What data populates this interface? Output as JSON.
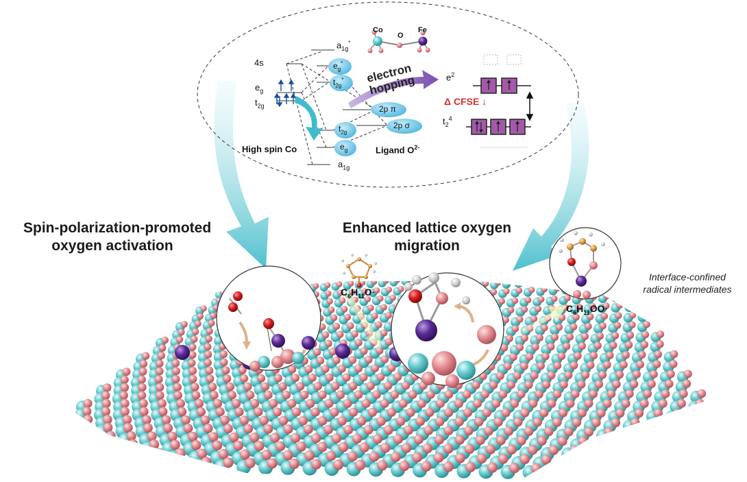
{
  "headings": {
    "left_line1": "Spin-polarization-promoted",
    "left_line2": "oxygen activation",
    "center_line1": "Enhanced lattice oxygen",
    "center_line2": "migration"
  },
  "annotation": {
    "line1": "Interface-confined",
    "line2": "radical intermediates"
  },
  "molecules": {
    "left_main": "C",
    "left_sub1": "6",
    "left_mid": "H",
    "left_sub2": "11",
    "left_tail": "O·",
    "right_main": "C",
    "right_sub1": "6",
    "right_mid": "H",
    "right_sub2": "11",
    "right_tail": "OO·"
  },
  "energy_diagram": {
    "level_4s": "4s",
    "eg_left": "e",
    "eg_left_sub": "g",
    "t2g_left": "t",
    "t2g_left_sub": "2g",
    "a1g_top": "a",
    "a1g_top_sub": "1g",
    "a1g_top_sup": "*",
    "eg_star": "e",
    "eg_star_sub": "g",
    "eg_star_sup": "*",
    "t2g_star": "t",
    "t2g_star_sub": "2g",
    "t2g_star_sup": "*",
    "t2g_bonding": "t",
    "t2g_bonding_sub": "2g",
    "eg_bonding": "e",
    "eg_bonding_sub": "g",
    "a1g_bottom": "a",
    "a1g_bottom_sub": "1g",
    "o2p_pi": "2p π",
    "o2p_sigma": "2p σ",
    "high_spin_label": "High spin Co",
    "ligand_label": "Ligand O",
    "ligand_sup": "2-",
    "hopping_line1": "electron",
    "hopping_line2": "hopping",
    "atom_co": "Co",
    "atom_o": "O",
    "atom_fe": "Fe",
    "e2_label": "e",
    "e2_sup": "2",
    "t24_label": "t",
    "t24_sub": "2",
    "t24_sup": "4",
    "cfse_label": "Δ CFSE ↓",
    "spin_arrows_eg": "↑ ↑",
    "spin_arrows_t2g": "↑↓ ↑ ↑"
  },
  "colors": {
    "cobalt": "#5cc8cc",
    "oxygen": "#e8898e",
    "iron": "#5b2a96",
    "radical_oxygen": "#d91f1f",
    "big_arrow": "#5bc3cf",
    "orbital_fill": "#6cc3e6",
    "box_fill": "#a35aa8",
    "cfse_red": "#d32f2f"
  },
  "icons": [
    "curved-arrow-icon",
    "electron-hopping-arrow-icon",
    "double-arrow-icon",
    "glow-arrow-icon"
  ]
}
